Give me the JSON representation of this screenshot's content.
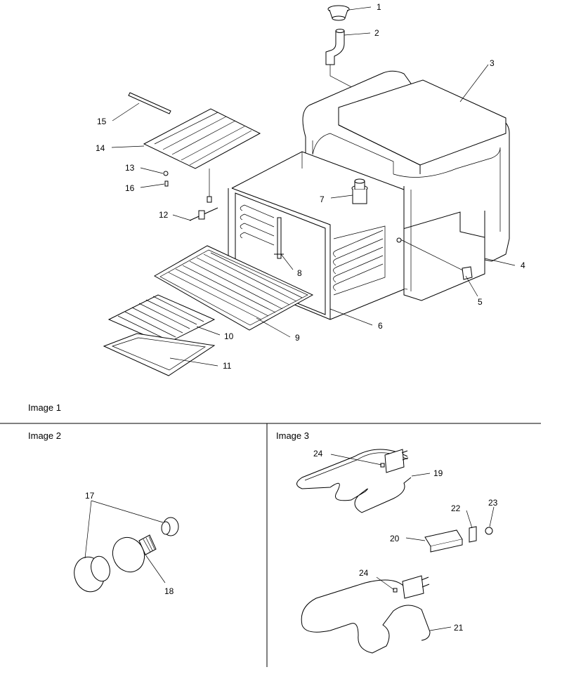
{
  "captions": {
    "image1": "Image 1",
    "image2": "Image 2",
    "image3": "Image 3"
  },
  "callouts": {
    "n1": "1",
    "n2": "2",
    "n3": "3",
    "n4": "4",
    "n5": "5",
    "n6": "6",
    "n7": "7",
    "n8": "8",
    "n9": "9",
    "n10": "10",
    "n11": "11",
    "n12": "12",
    "n13": "13",
    "n14": "14",
    "n15": "15",
    "n16": "16",
    "n17": "17",
    "n18": "18",
    "n19": "19",
    "n20": "20",
    "n21": "21",
    "n22": "22",
    "n23": "23",
    "n24a": "24",
    "n24b": "24"
  }
}
